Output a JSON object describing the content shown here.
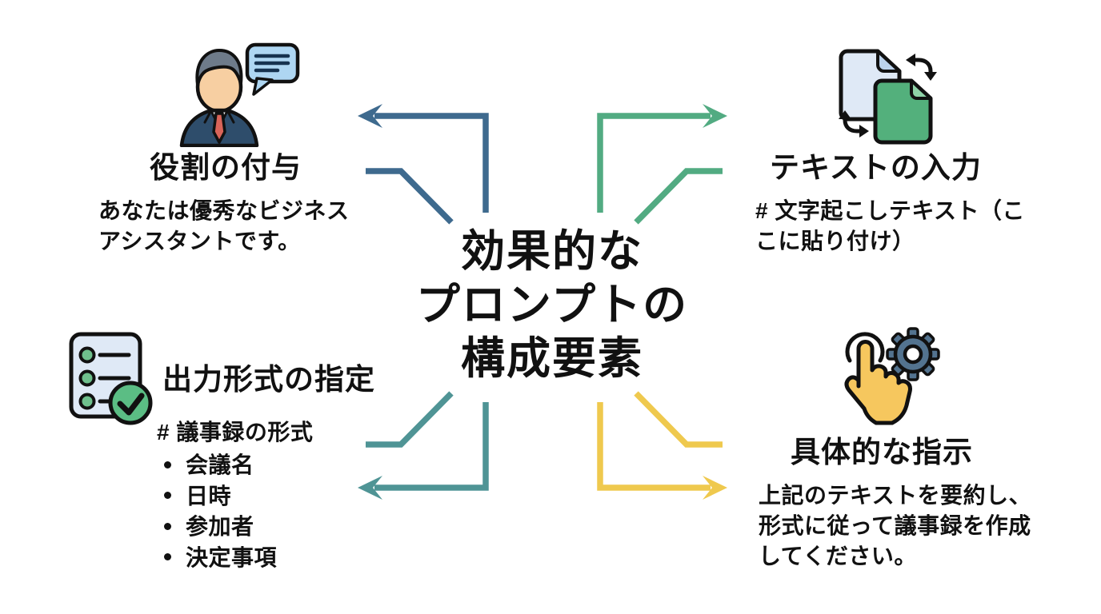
{
  "title": {
    "line1": "効果的な",
    "line2": "プロンプトの",
    "line3": "構成要素"
  },
  "quadrants": {
    "top_left": {
      "heading": "役割の付与",
      "body": "あなたは優秀なビジネス\nアシスタントです。",
      "icon": "businessman-speech-bubble"
    },
    "top_right": {
      "heading": "テキストの入力",
      "body": "# 文字起こしテキスト（こ\nこに貼り付け）",
      "icon": "document-swap"
    },
    "bottom_left": {
      "heading": "出力形式の指定",
      "body": "# 議事録の形式",
      "bullets": [
        "会議名",
        "日時",
        "参加者",
        "決定事項"
      ],
      "icon": "checklist-check"
    },
    "bottom_right": {
      "heading": "具体的な指示",
      "body": "上記のテキストを要約し、\n形式に従って議事録を作成\nしてください。",
      "icon": "hand-click-gear"
    }
  },
  "colors": {
    "background": "#ffffff",
    "text": "#111111",
    "icon_outline": "#111111",
    "arrow_blue": "#3e6a8e",
    "arrow_green": "#52ab82",
    "arrow_teal": "#4f9495",
    "arrow_yellow": "#efc94e",
    "speech_bubble_blue": "#aed6f2",
    "speech_line_navy": "#16324f",
    "suit_navy": "#2e4d6b",
    "tie_red": "#d96459",
    "face_tan": "#f7cfa2",
    "hair_gray": "#6e7b8a",
    "doc_light_blue": "#dfe9f6",
    "doc_fold_blue": "#bcd3ec",
    "doc_green": "#53b07c",
    "doc_fold_green": "#8fd3a8",
    "list_dot_green": "#6fc08d",
    "check_green": "#5bbd84",
    "hand_yellow": "#f6c75e",
    "gear_slate": "#53738f",
    "shirt_white": "#ffffff"
  }
}
